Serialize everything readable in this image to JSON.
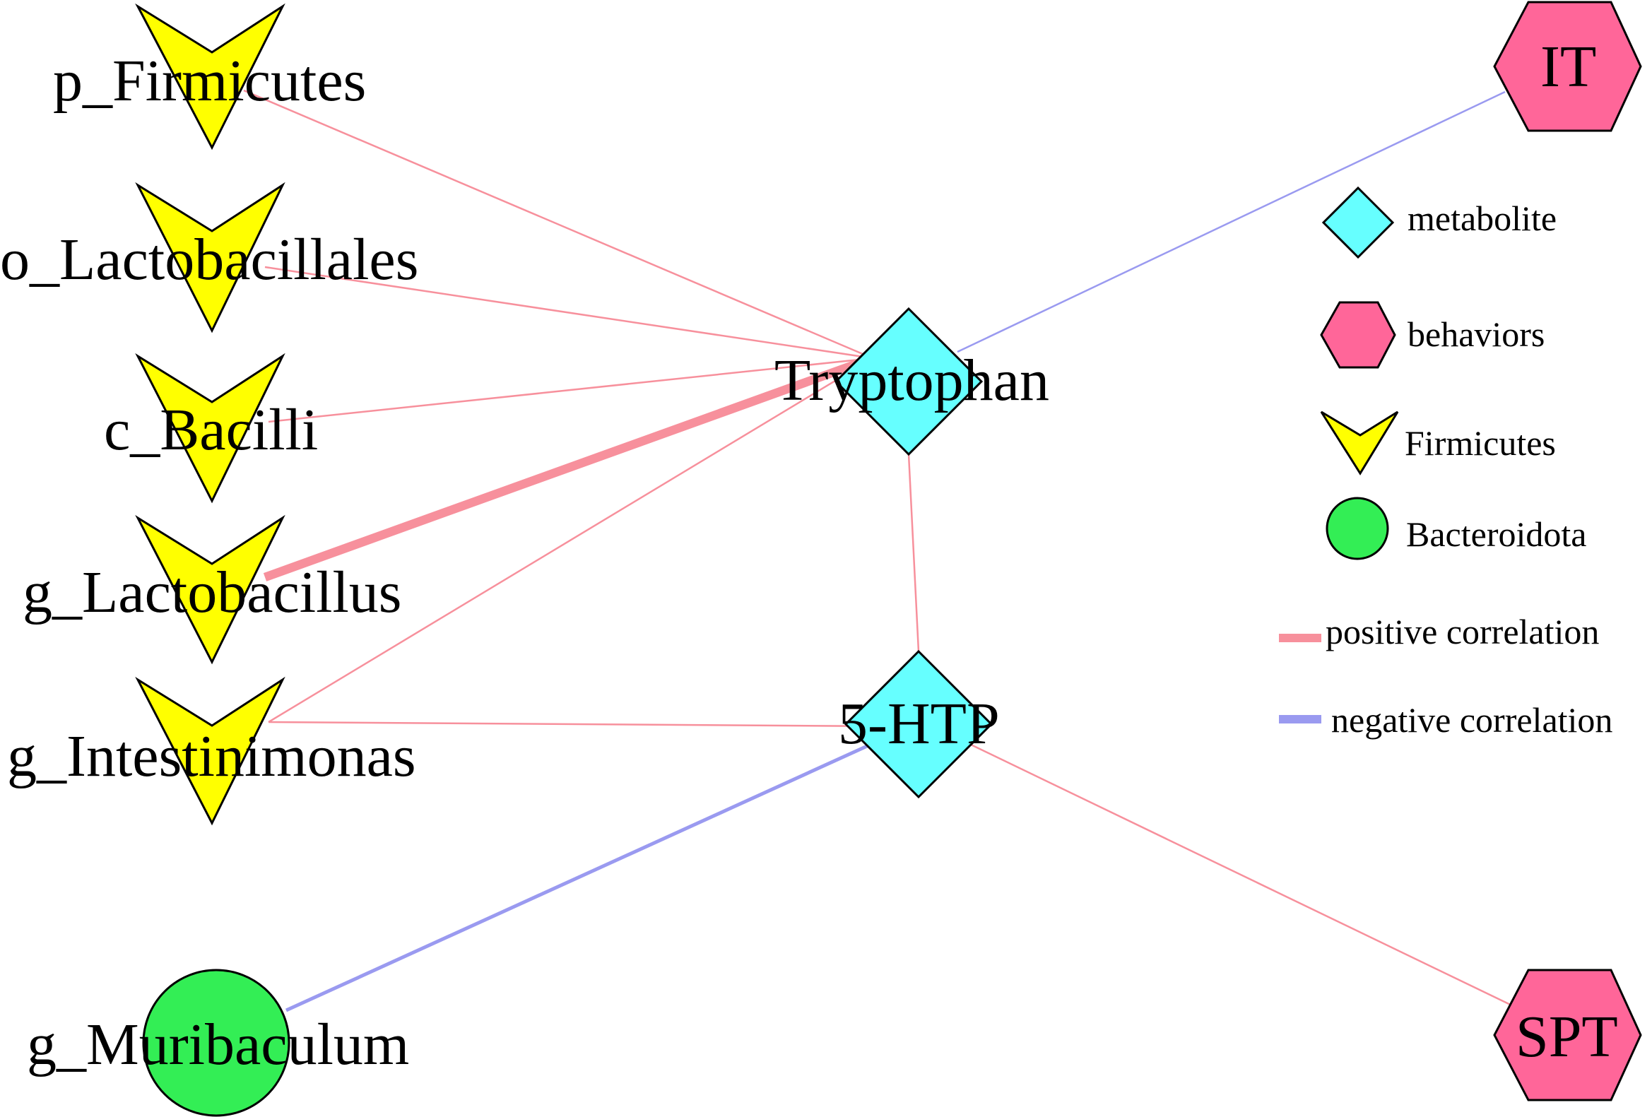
{
  "nodes": [
    {
      "id": "p_firmicutes",
      "label": "p_Firmicutes",
      "group": "Firmicutes"
    },
    {
      "id": "o_lactobacillales",
      "label": "o_Lactobacillales",
      "group": "Firmicutes"
    },
    {
      "id": "c_bacilli",
      "label": "c_Bacilli",
      "group": "Firmicutes"
    },
    {
      "id": "g_lactobacillus",
      "label": "g_Lactobacillus",
      "group": "Firmicutes"
    },
    {
      "id": "g_intestinimonas",
      "label": "g_Intestinimonas",
      "group": "Firmicutes"
    },
    {
      "id": "g_muribaculum",
      "label": "g_Muribaculum",
      "group": "Bacteroidota"
    },
    {
      "id": "tryptophan",
      "label": "Tryptophan",
      "group": "metabolite"
    },
    {
      "id": "htp",
      "label": "5-HTP",
      "group": "metabolite"
    },
    {
      "id": "it",
      "label": "IT",
      "group": "behaviors"
    },
    {
      "id": "spt",
      "label": "SPT",
      "group": "behaviors"
    }
  ],
  "edges": [
    {
      "source": "p_firmicutes",
      "target": "tryptophan",
      "correlation": "positive",
      "strength": 1
    },
    {
      "source": "o_lactobacillales",
      "target": "tryptophan",
      "correlation": "positive",
      "strength": 1
    },
    {
      "source": "c_bacilli",
      "target": "tryptophan",
      "correlation": "positive",
      "strength": 1
    },
    {
      "source": "g_lactobacillus",
      "target": "tryptophan",
      "correlation": "positive",
      "strength": 5
    },
    {
      "source": "g_intestinimonas",
      "target": "tryptophan",
      "correlation": "positive",
      "strength": 1
    },
    {
      "source": "g_intestinimonas",
      "target": "htp",
      "correlation": "positive",
      "strength": 1
    },
    {
      "source": "g_muribaculum",
      "target": "htp",
      "correlation": "negative",
      "strength": 2
    },
    {
      "source": "tryptophan",
      "target": "htp",
      "correlation": "positive",
      "strength": 1
    },
    {
      "source": "tryptophan",
      "target": "it",
      "correlation": "negative",
      "strength": 1
    },
    {
      "source": "htp",
      "target": "spt",
      "correlation": "positive",
      "strength": 1
    }
  ],
  "legend": {
    "metabolite": "metabolite",
    "behaviors": "behaviors",
    "firmicutes": "Firmicutes",
    "bacteroidota": "Bacteroidota",
    "positive": "positive correlation",
    "negative": "negative correlation"
  },
  "colors": {
    "firmicutes": "#ffff00",
    "bacteroidota": "#33ee55",
    "metabolite": "#66ffff",
    "behaviors": "#ff6699",
    "positive_edge": "#f7909c",
    "negative_edge": "#9a9af0"
  }
}
